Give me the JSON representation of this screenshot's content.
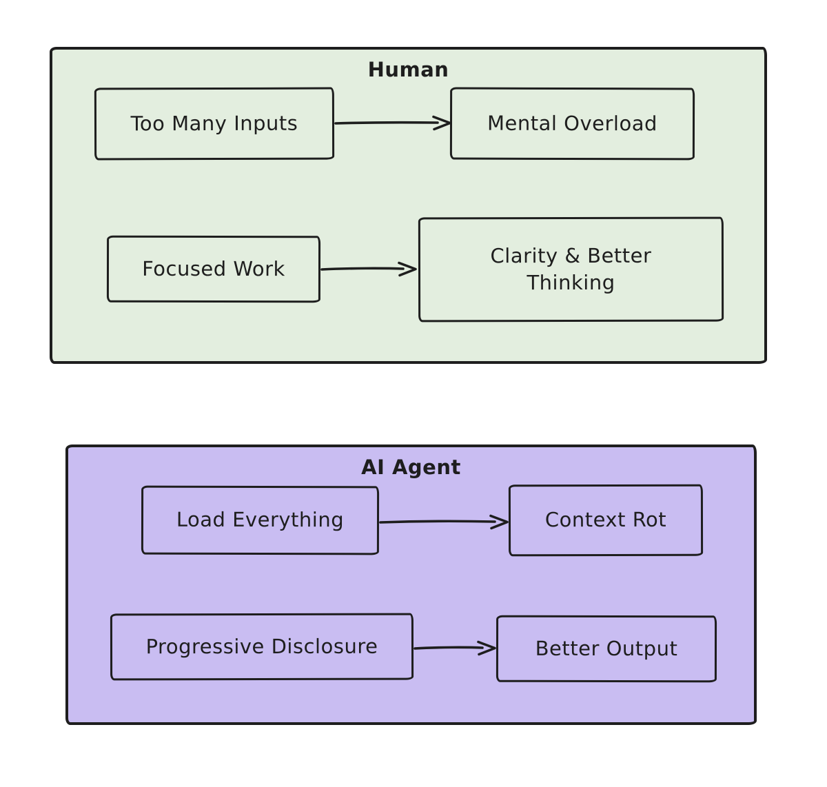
{
  "canvas": {
    "background": "#ffffff",
    "stroke_color": "#1e1e1e"
  },
  "sections": [
    {
      "title": "Human",
      "fill": "#e3eedf",
      "flows": [
        {
          "from": "Too Many Inputs",
          "to": "Mental Overload"
        },
        {
          "from": "Focused Work",
          "to": "Clarity & Better Thinking"
        }
      ]
    },
    {
      "title": "AI Agent",
      "fill": "#c9bdf2",
      "flows": [
        {
          "from": "Load Everything",
          "to": "Context Rot"
        },
        {
          "from": "Progressive Disclosure",
          "to": "Better Output"
        }
      ]
    }
  ]
}
